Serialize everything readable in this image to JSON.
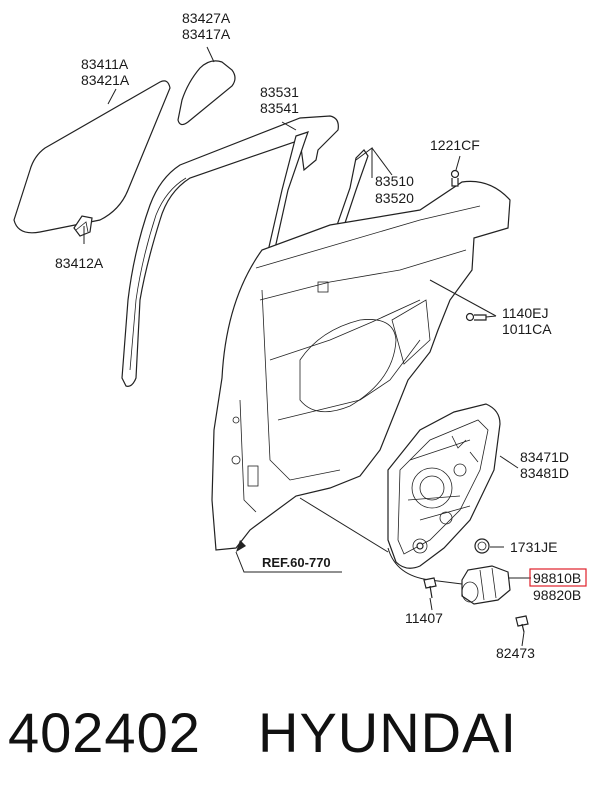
{
  "labels": {
    "p83427A": "83427A",
    "p83417A": "83417A",
    "p83411A": "83411A",
    "p83421A": "83421A",
    "p83412A": "83412A",
    "p83531": "83531",
    "p83541": "83541",
    "p1221CF": "1221CF",
    "p83510": "83510",
    "p83520": "83520",
    "p1140EJ": "1140EJ",
    "p1011CA": "1011CA",
    "p83471D": "83471D",
    "p83481D": "83481D",
    "p1731JE": "1731JE",
    "p98810B": "98810B",
    "p98820B": "98820B",
    "p11407": "11407",
    "p82473": "82473",
    "ref": "REF.60-770"
  },
  "highlight_color": "#e0202a",
  "footer": {
    "code": "402402",
    "brand": "HYUNDAI"
  }
}
